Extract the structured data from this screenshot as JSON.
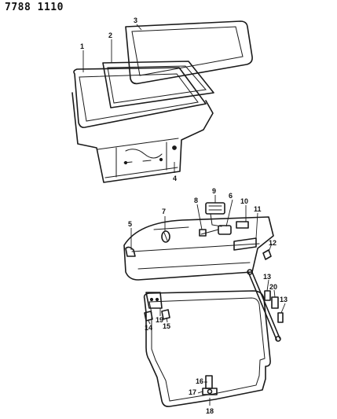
{
  "header": {
    "code": "7788 1110"
  },
  "callouts": [
    "1",
    "2",
    "3",
    "4",
    "5",
    "6",
    "7",
    "8",
    "9",
    "10",
    "11",
    "12",
    "13",
    "13",
    "14",
    "15",
    "16",
    "17",
    "18",
    "19",
    "20"
  ]
}
